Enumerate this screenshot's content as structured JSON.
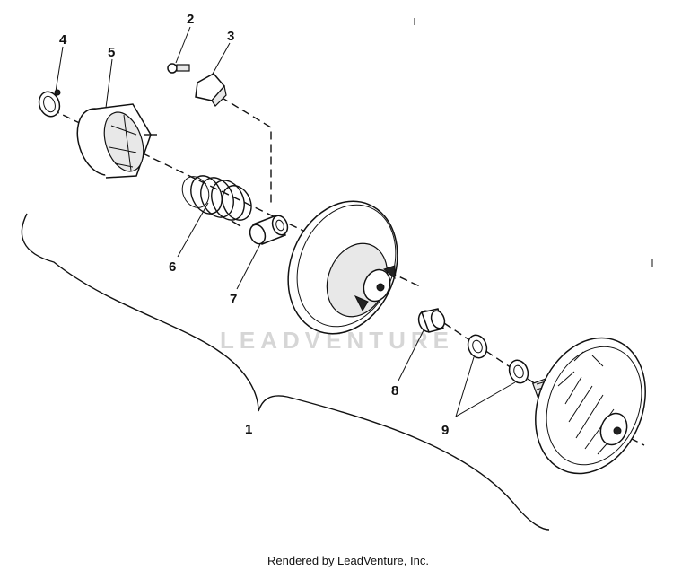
{
  "watermark": "LEADVENTURE",
  "credit": "Rendered by LeadVenture, Inc.",
  "callouts": [
    {
      "id": "1",
      "label": "1"
    },
    {
      "id": "2",
      "label": "2"
    },
    {
      "id": "3",
      "label": "3"
    },
    {
      "id": "4",
      "label": "4"
    },
    {
      "id": "5",
      "label": "5"
    },
    {
      "id": "6",
      "label": "6"
    },
    {
      "id": "7",
      "label": "7"
    },
    {
      "id": "8",
      "label": "8"
    },
    {
      "id": "9",
      "label": "9"
    }
  ]
}
